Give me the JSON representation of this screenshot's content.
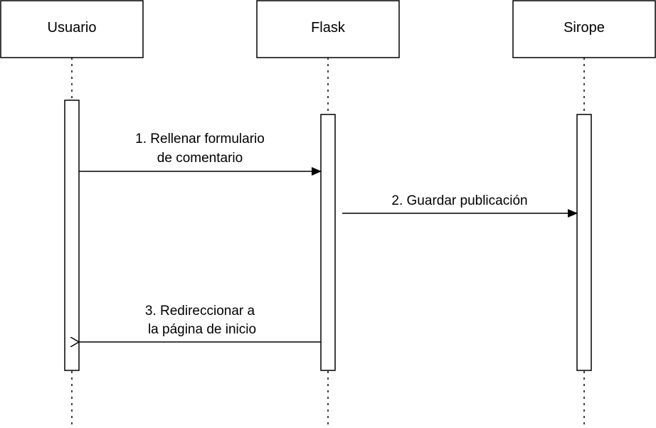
{
  "diagram": {
    "type": "sequence",
    "colors": {
      "stroke": "#000000",
      "fill": "#ffffff"
    },
    "actors": [
      {
        "id": "usuario",
        "label": "Usuario"
      },
      {
        "id": "flask",
        "label": "Flask"
      },
      {
        "id": "sirope",
        "label": "Sirope"
      }
    ],
    "messages": [
      {
        "from": "usuario",
        "to": "flask",
        "kind": "sync",
        "label_line1": "1. Rellenar formulario",
        "label_line2": "de comentario"
      },
      {
        "from": "flask",
        "to": "sirope",
        "kind": "sync",
        "label_line1": "2. Guardar publicación",
        "label_line2": ""
      },
      {
        "from": "flask",
        "to": "usuario",
        "kind": "return-open-arrow",
        "label_line1": "3. Redireccionar a",
        "label_line2": " la página de inicio"
      }
    ]
  }
}
